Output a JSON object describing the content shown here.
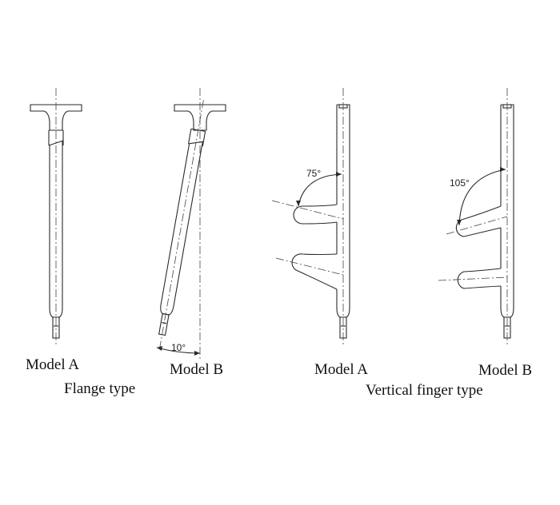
{
  "figure": {
    "flange": {
      "group_label": "Flange type",
      "model_a": {
        "label": "Model A"
      },
      "model_b": {
        "label": "Model B",
        "angle": "10°"
      }
    },
    "vertical_finger": {
      "group_label": "Vertical finger type",
      "model_a": {
        "label": "Model A",
        "angle": "75°"
      },
      "model_b": {
        "label": "Model B",
        "angle": "105°"
      }
    }
  }
}
